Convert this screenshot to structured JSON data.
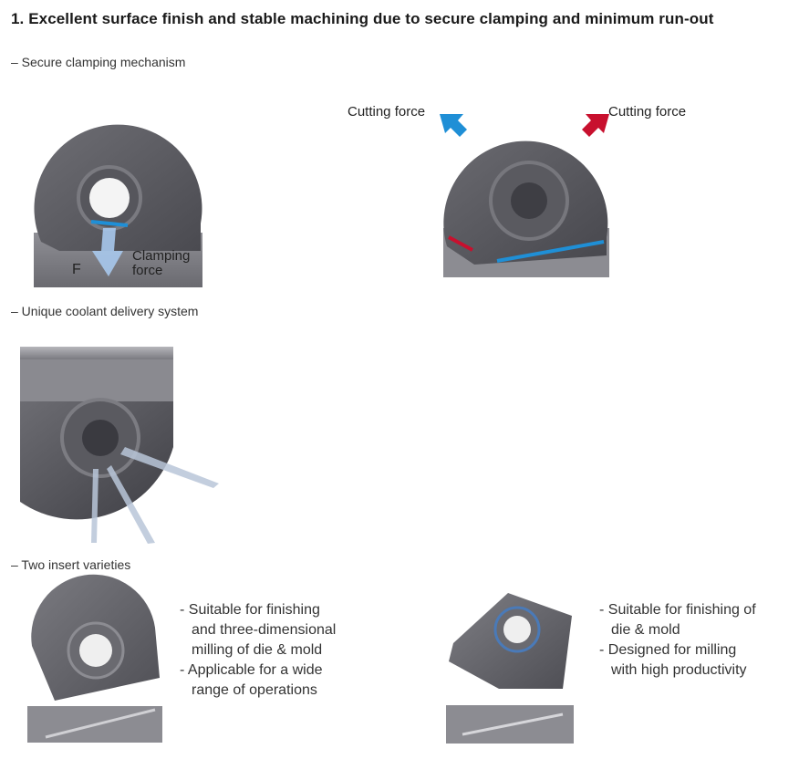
{
  "heading": "1. Excellent surface finish and stable machining due to secure clamping and minimum run-out",
  "sections": {
    "clamping": "– Secure clamping mechanism",
    "coolant": "– Unique coolant delivery system",
    "varieties": "– Two insert varieties"
  },
  "clamping_figure": {
    "clamping_force_line1": "Clamping",
    "clamping_force_line2": "force",
    "cutting_force_left": "Cutting force",
    "cutting_force_right": "Cutting force",
    "force_symbol": "F"
  },
  "insert_round": {
    "lines": [
      "- Suitable for finishing",
      "  and three-dimensional",
      "  milling of die & mold",
      "- Applicable for a wide",
      "  range of operations"
    ]
  },
  "insert_square": {
    "lines": [
      "- Suitable for finishing of",
      "  die & mold",
      "- Designed for milling",
      "  with high productivity"
    ]
  },
  "colors": {
    "blue_accent": "#1f8fd6",
    "red_accent": "#c8102e",
    "metal_dark": "#5a5a5e",
    "metal_light": "#9a9aa0"
  }
}
